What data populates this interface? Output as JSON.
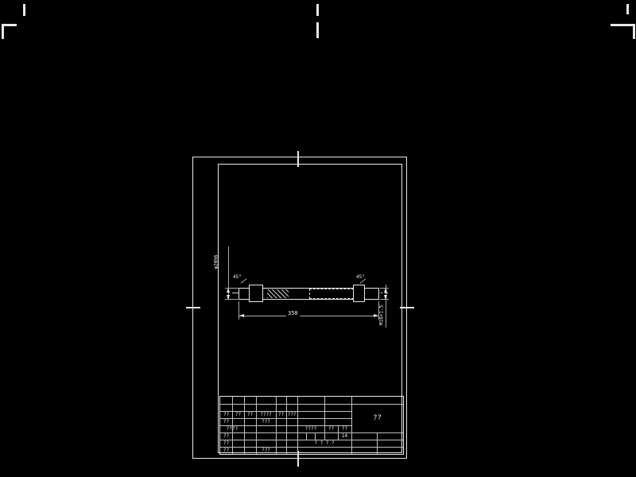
{
  "canvas": {
    "background": "#000000",
    "line_color": "#e8e8e8"
  },
  "part": {
    "dim_length": "350",
    "dim_left": "φ20h6",
    "dim_right": "M16×1.5",
    "chamfer_left": "45°",
    "chamfer_right": "45°"
  },
  "title_block": {
    "part_name": "??",
    "revision_header": [
      "??",
      "??",
      "??",
      "????",
      "??",
      "???"
    ],
    "sign_rows": [
      {
        "label": "??",
        "date": "???"
      },
      {
        "label": "????",
        "date": ""
      },
      {
        "label": "??",
        "date": ""
      },
      {
        "label": "??",
        "date": ""
      },
      {
        "label": "??",
        "date": "???"
      }
    ],
    "stage_header": [
      "????",
      "??",
      "??"
    ],
    "scale": "14",
    "sheet_info": "? ? ? ?"
  }
}
